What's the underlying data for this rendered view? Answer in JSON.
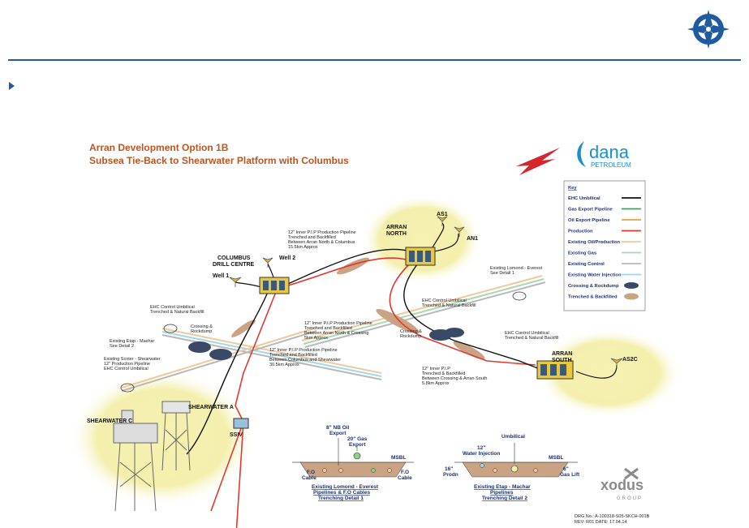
{
  "title": "Arran Development Option 1B",
  "subtitle": "Subsea Tie-Back to Shearwater Platform with Columbus",
  "brand": {
    "dana_name": "dana",
    "dana_sub": "PETROLEUM",
    "xodus_name": "xodus",
    "xodus_sub": "GROUP"
  },
  "colors": {
    "accent": "#1f5b9e",
    "title": "#c0541e",
    "umbilical": "#111111",
    "gas_export": "#2eaa5a",
    "oil_export": "#e6a23c",
    "production": "#e03a2f",
    "existing_oil": "#f2c79a",
    "existing_gas": "#a8d8b0",
    "existing_control": "#b8b8b8",
    "existing_water": "#9fd9e8",
    "crossing": "#3a4a66",
    "trenched": "#c9a383",
    "seabed": "#f4efad"
  },
  "key": {
    "heading": "Key",
    "items": [
      {
        "label": "EHC Umbilical",
        "style": "umbilical"
      },
      {
        "label": "Gas Export Pipeline",
        "style": "gas_export"
      },
      {
        "label": "Oil Export Pipeline",
        "style": "oil_export"
      },
      {
        "label": "Production",
        "style": "production"
      },
      {
        "label": "Existing Oil/Production",
        "style": "existing_oil"
      },
      {
        "label": "Existing Gas",
        "style": "existing_gas"
      },
      {
        "label": "Existing Control",
        "style": "existing_control"
      },
      {
        "label": "Existing Water Injection",
        "style": "existing_water"
      },
      {
        "label": "Crossing & Rockdump",
        "style": "crossing"
      },
      {
        "label": "Trenched & Backfilled",
        "style": "trenched"
      }
    ]
  },
  "labels": {
    "arran_north": "ARRAN\nNORTH",
    "as1": "AS1",
    "an1": "AN1",
    "columbus": "COLUMBUS\nDRILL CENTRE",
    "well1": "Well 1",
    "well2": "Well 2",
    "arran_south": "ARRAN\nSOUTH",
    "as2c": "AS2C",
    "shearwater_a": "SHEARWATER A",
    "shearwater_c": "SHEARWATER C",
    "ssiv": "SSIV",
    "pipe_north": "12\" Inner P.I.P Production Pipeline\nTrenched and Backfilled\nBetween Arran North & Columbus\n15.5km Approx",
    "pipe_mid": "12\" Inner P.I.P Production Pipeline\nTrenched and Backfilled\nBetween Arran North & Crossing\n5km Approx",
    "pipe_sw": "12\" Inner P.I.P Production Pipeline\nTrenched and Backfilled\nBetween Columbus and Shearwater\n30.5km Approx",
    "pipe_south": "12\" Inner P.I.P\nTrenched & Backfilled\nBetween Crossing & Arran South\n5.8km Approx",
    "ehc_1": "EHC Control Umbilical\nTrenched & Natural Backfill",
    "ehc_2": "EHC Control Umbilical\nTrenched & Natural Backfill",
    "ehc_3": "EHC Control Umbilical\nTrenched & Natural Backfill",
    "crossing_1": "Crossing &\nRockdump",
    "crossing_2": "Crossing &\nRockdump",
    "etap": "Existing Etap - Machar\nSee Detail 2",
    "scoter": "Existing Scoter - Shearwater\n12\" Production Pipeline\nEHC Control Umbilical",
    "lomond": "Existing Lomond - Everest\nSee Detail 1"
  },
  "detail1": {
    "oil": "8\" NB Oil\nExport",
    "gas": "20\" Gas\nExport",
    "msbl": "MSBL",
    "fo_left": "F.O\nCable",
    "fo_right": "F.O\nCable",
    "caption": "Existing Lomond - Everest\nPipelines & F.O Cables\nTrenching Detail 1"
  },
  "detail2": {
    "umbilical": "Umbilical",
    "water": "12\"\nWater Injection",
    "msbl": "MSBL",
    "prodn": "16\"\nProdn",
    "gaslift": "6\"\nGas Lift",
    "caption": "Existing Etap - Machar\nPipelines\nTrenching Detail 2"
  },
  "drawing": {
    "no": "DRG No.: A-100318-S05-SKCH-001B",
    "rev": "REV: R01    DATE: 17.04.14"
  }
}
